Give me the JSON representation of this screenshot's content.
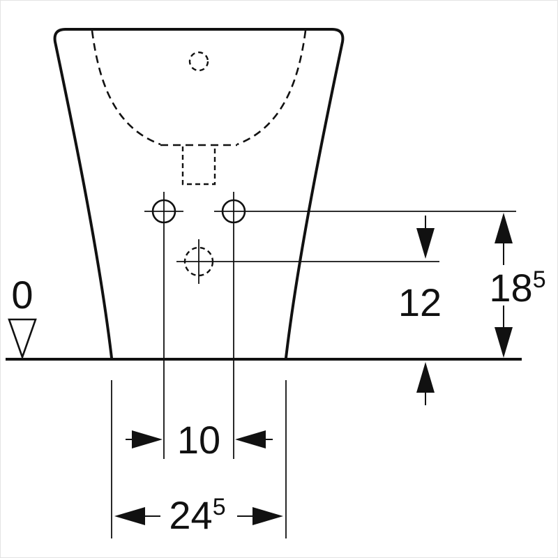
{
  "page": {
    "background_color": "#ffffff",
    "line_color": "#111111",
    "description": "technical dimension drawing, bidet front view"
  },
  "drawing": {
    "datum_label": "0",
    "dim_upper_holes": {
      "value": "18",
      "sup": "5"
    },
    "dim_lower_hole": {
      "value": "12"
    },
    "dim_hole_spacing": {
      "value": "10"
    },
    "dim_base_width": {
      "value": "24",
      "sup": "5"
    }
  }
}
